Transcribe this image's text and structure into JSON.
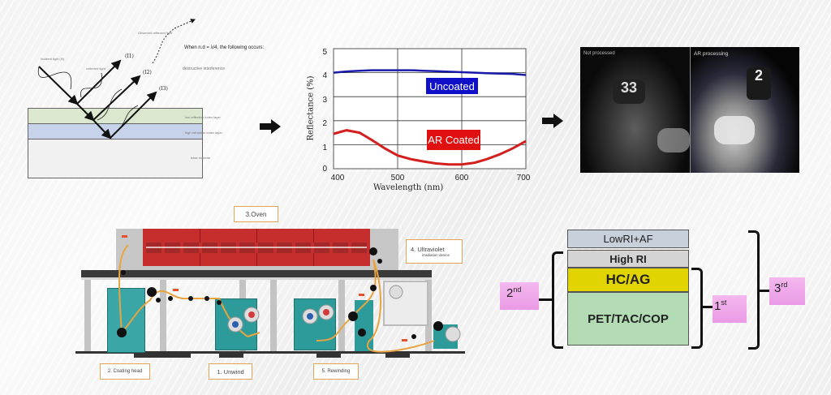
{
  "interference_diagram": {
    "incident_label": "incident light (I0)",
    "reflected_label": "reflected light",
    "observed_label": "Observed reflected light",
    "beam_labels": [
      "(I1)",
      "(I2)",
      "(I3)"
    ],
    "condition_text": "When n.d = λ/4, the following occurs:",
    "result_text": "destructive interference",
    "layers": [
      {
        "name": "low reflection index layer",
        "color": "#dbe8cf"
      },
      {
        "name": "high refraction index layer",
        "color": "#c7d3ea"
      },
      {
        "name": "base material",
        "color": "#f1f1f1"
      }
    ]
  },
  "chart_data": {
    "type": "line",
    "title": "",
    "xlabel": "Wavelength (nm)",
    "ylabel": "Reflectance (%)",
    "xlim": [
      400,
      700
    ],
    "ylim": [
      0,
      5
    ],
    "xticks": [
      400,
      500,
      600,
      700
    ],
    "yticks": [
      0,
      1,
      2,
      3,
      4,
      5
    ],
    "grid": true,
    "x": [
      400,
      420,
      440,
      460,
      480,
      500,
      520,
      540,
      560,
      580,
      600,
      620,
      640,
      660,
      680,
      700
    ],
    "series": [
      {
        "name": "Uncoated",
        "color": "#1a1aa8",
        "values": [
          4.0,
          4.05,
          4.08,
          4.1,
          4.1,
          4.1,
          4.1,
          4.08,
          4.06,
          4.04,
          4.02,
          4.0,
          3.98,
          3.96,
          3.95,
          3.9
        ]
      },
      {
        "name": "AR Coated",
        "color": "#d41f1f",
        "values": [
          1.45,
          1.6,
          1.5,
          1.2,
          0.85,
          0.55,
          0.4,
          0.3,
          0.22,
          0.18,
          0.18,
          0.25,
          0.4,
          0.6,
          0.85,
          1.15
        ]
      }
    ],
    "legend_labels": {
      "uncoated": "Uncoated",
      "ar_coated": "AR Coated"
    }
  },
  "comparison_photo": {
    "left_label": "Not processed",
    "right_label": "AR processing"
  },
  "production_line": {
    "labels": {
      "oven": "3.Oven",
      "uv_title": "4. Ultraviolet",
      "uv_sub": "irradiation device",
      "coating_head": "2. Coating head",
      "unwind": "1. Unwind",
      "rewinding": "5. Rewinding"
    },
    "colors": {
      "oven": "#c62d2d",
      "machine": "#3aa6a6",
      "web": "#e8a440",
      "frame": "#bfbfbf",
      "rail": "#3a3a3a"
    }
  },
  "layer_stack": {
    "layers": [
      {
        "label": "LowRI+AF",
        "color": "#c8d0dc"
      },
      {
        "label": "High RI",
        "color": "#d4d4d4"
      },
      {
        "label": "HC/AG",
        "color": "#e1d400"
      },
      {
        "label": "PET/TAC/COP",
        "color": "#b3dcb4"
      }
    ],
    "brackets": [
      {
        "num": "2",
        "suffix": "nd"
      },
      {
        "num": "1",
        "suffix": "st"
      },
      {
        "num": "3",
        "suffix": "rd"
      }
    ]
  }
}
